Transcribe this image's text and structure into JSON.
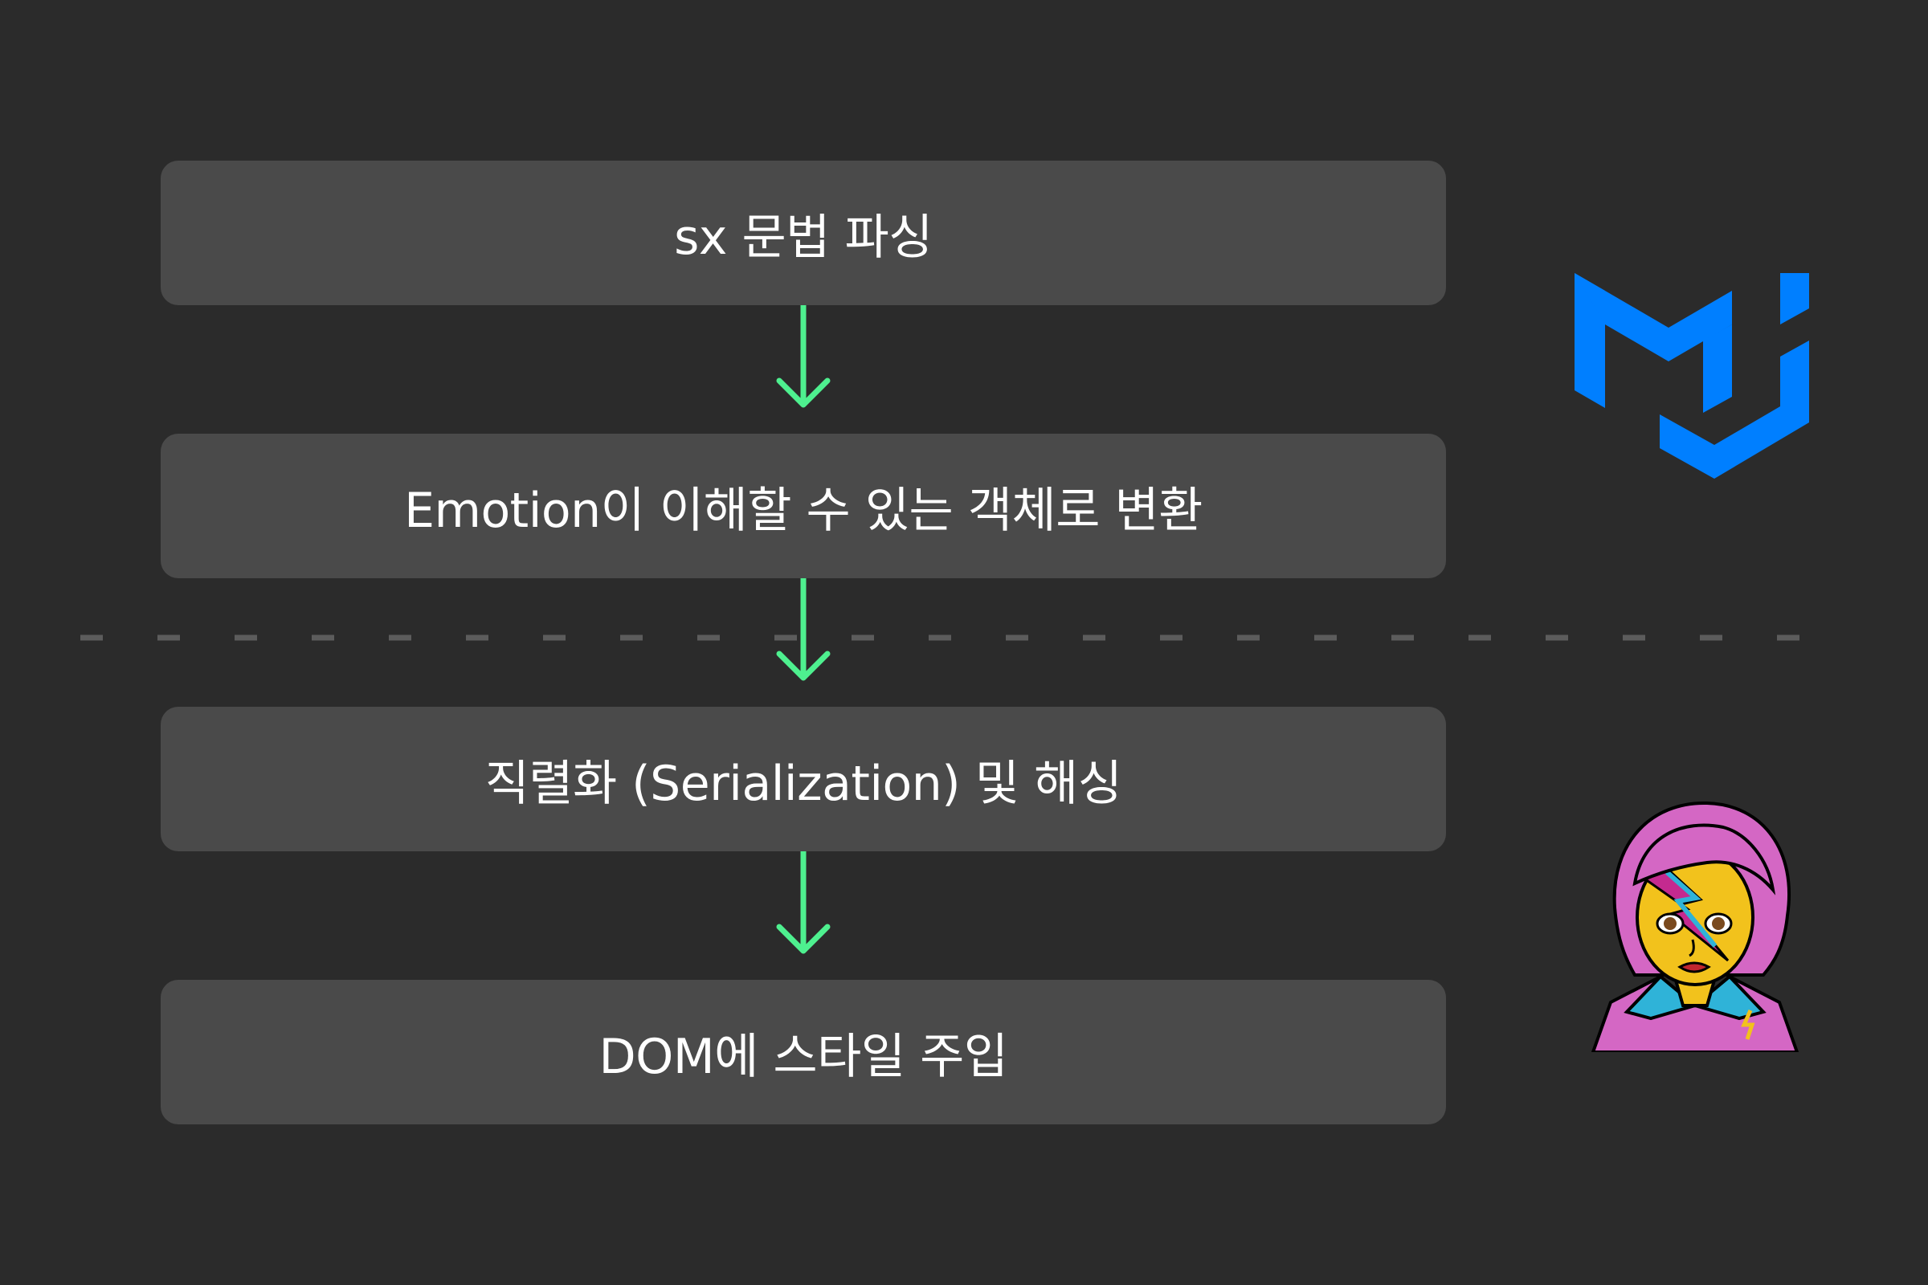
{
  "flow": {
    "steps": [
      {
        "label": "sx 문법 파싱"
      },
      {
        "label": "Emotion이 이해할 수 있는 객체로 변환"
      },
      {
        "label": "직렬화 (Serialization) 및 해싱"
      },
      {
        "label": "DOM에 스타일 주입"
      }
    ]
  },
  "colors": {
    "background": "#2b2b2b",
    "box": "#4a4a4a",
    "text": "#ffffff",
    "arrow": "#4ef08f",
    "divider": "#5c5c5c",
    "mui_blue": "#007fff",
    "mascot_hair": "#d467c4",
    "mascot_skin": "#f2c21c",
    "mascot_collar": "#2fb3d8"
  },
  "icons": {
    "arrows": "arrow-down-icon",
    "logo": "mui-logo",
    "mascot": "emotion-mascot"
  }
}
